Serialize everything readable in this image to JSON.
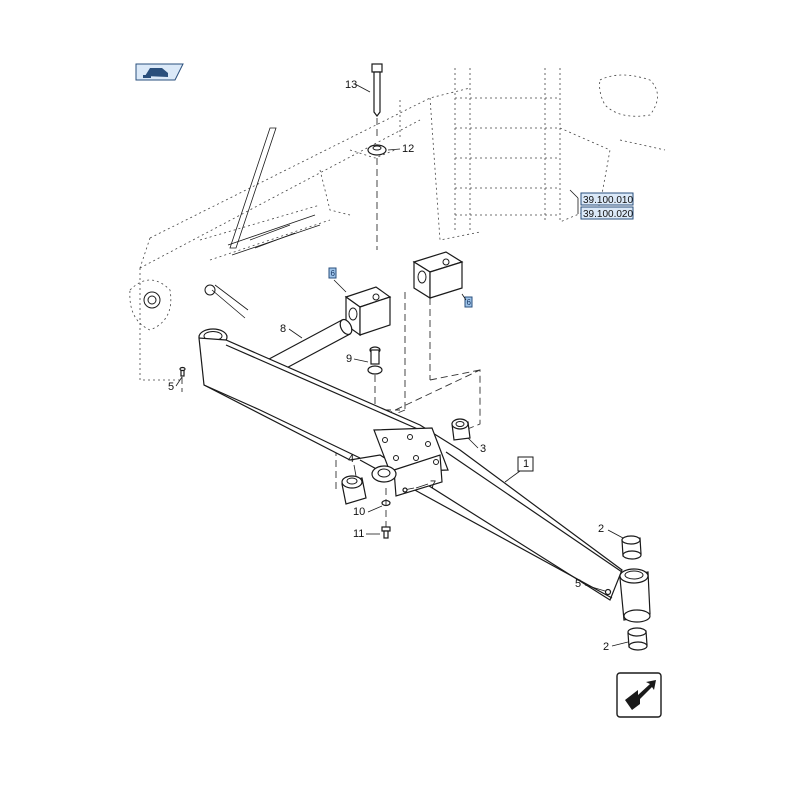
{
  "callouts": {
    "c13": "13",
    "c12": "12",
    "c8": "8",
    "c9": "9",
    "c5a": "5",
    "c3": "3",
    "c4": "4",
    "c7": "7",
    "c10": "10",
    "c11": "11",
    "c1": "1",
    "c2a": "2",
    "c5b": "5",
    "c2b": "2"
  },
  "blue_tags": {
    "left": "6",
    "right": "6"
  },
  "references": [
    "39.100.010",
    "39.100.020"
  ],
  "colors": {
    "line": "#1a1a1a",
    "reference_fill": "#dbe9f8",
    "tag_fill": "#9fc4ea",
    "tag_stroke": "#2a4f7c"
  },
  "icons": {
    "top_left": "machine-view-icon",
    "bottom_right": "next-page-arrow-icon"
  }
}
